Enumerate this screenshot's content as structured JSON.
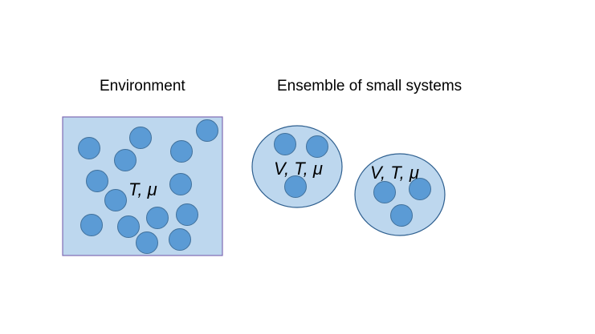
{
  "environment": {
    "title": "Environment",
    "variables": "T, μ"
  },
  "ensemble": {
    "title": "Ensemble of small systems",
    "systems": [
      {
        "variables": "V, T, μ"
      },
      {
        "variables": "V, T, μ"
      }
    ]
  },
  "colors": {
    "region_fill": "#bdd7ee",
    "box_border": "#7f6bb3",
    "system_border": "#2e5f8f",
    "particle_fill": "#5b9bd5",
    "particle_border": "#41719c"
  }
}
